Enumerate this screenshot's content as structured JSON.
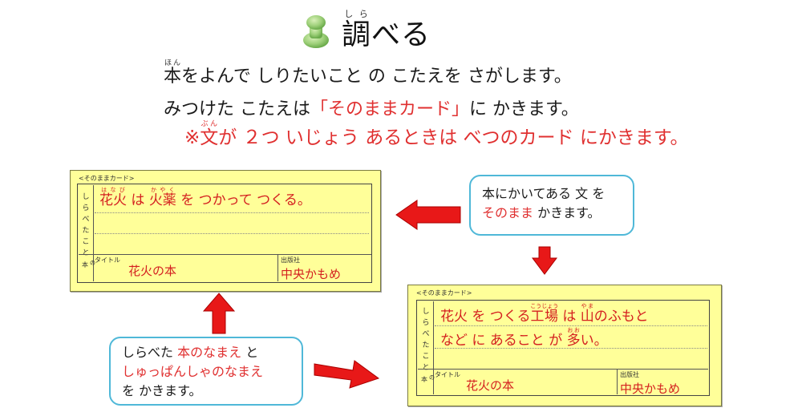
{
  "title": {
    "base": "調",
    "ruby": "しら",
    "rest": "べる"
  },
  "instructions": {
    "line1": {
      "ruby_base": "本",
      "ruby": "ほん",
      "rest": "をよんで しりたいこと の こたえを さがします。"
    },
    "line2": {
      "before": "みつけた こたえは",
      "highlight": "「そのままカード」",
      "after": "に かきます。"
    },
    "line3": {
      "prefix": "※",
      "ruby_base": "文",
      "ruby": "ぶん",
      "rest": "が ２つ いじょう あるときは べつのカード にかきます。"
    }
  },
  "card1": {
    "tag": "<そのままカード>",
    "side_label": [
      "し",
      "ら",
      "べ",
      "た",
      "こ",
      "と"
    ],
    "text": [
      {
        "base": "花火",
        "ruby": "はなび"
      },
      {
        "plain": " は "
      },
      {
        "base": "火薬",
        "ruby": "かやく"
      },
      {
        "plain": " を つかって つくる。"
      }
    ],
    "book_label": "本",
    "book_mini": "の",
    "title_label": "タイトル",
    "title_value": "花火の本",
    "publisher_label": "出版社",
    "publisher_value": "中央かもめ"
  },
  "card2": {
    "tag": "<そのままカード>",
    "side_label": [
      "し",
      "ら",
      "べ",
      "た",
      "こ",
      "と"
    ],
    "line1": [
      {
        "plain": "花火 を つくる"
      },
      {
        "base": "工場",
        "ruby": "こうじょう"
      },
      {
        "plain": " は "
      },
      {
        "base": "山",
        "ruby": "やま"
      },
      {
        "plain": "のふもと"
      }
    ],
    "line2": [
      {
        "plain": "など に あること が "
      },
      {
        "base": "多",
        "ruby": "おお"
      },
      {
        "plain": "い。"
      }
    ],
    "book_label": "本",
    "book_mini": "の",
    "title_label": "タイトル",
    "title_value": "花火の本",
    "publisher_label": "出版社",
    "publisher_value": "中央かもめ"
  },
  "callout_top": {
    "line1": "本にかいてある 文 を",
    "highlight": "そのまま",
    "line2_rest": " かきます。"
  },
  "callout_bottom": {
    "line1_before": "しらべた ",
    "line1_highlight": "本のなまえ",
    "line1_after": " と",
    "line2_highlight": "しゅっぱんしゃのなまえ",
    "line3": "を かきます。"
  },
  "colors": {
    "highlight": "#e03030",
    "card": "#ffff99",
    "callout_border": "#4fb8d8",
    "arrow": "#e81818"
  },
  "icons": [
    "pushpin-icon",
    "arrow-left-icon",
    "arrow-down-icon",
    "arrow-up-icon",
    "arrow-right-icon"
  ]
}
